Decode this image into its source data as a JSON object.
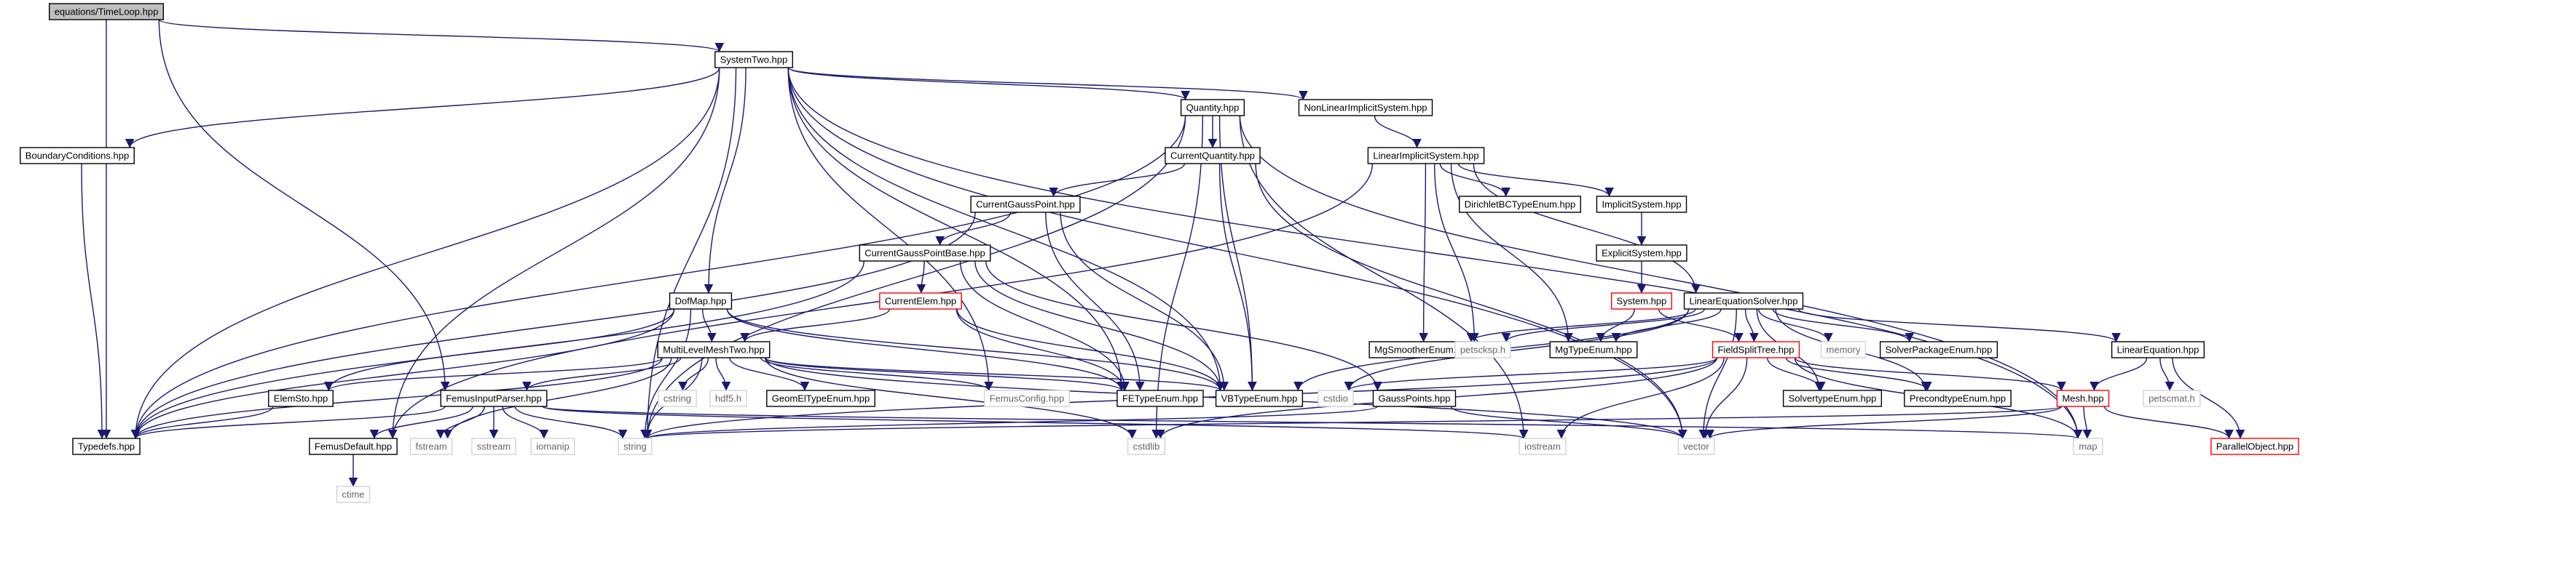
{
  "diagram": {
    "nodes": [
      {
        "id": "timeloop",
        "label": "equations/TimeLoop.hpp",
        "style": "root"
      },
      {
        "id": "systemtwo",
        "label": "SystemTwo.hpp",
        "style": "normal"
      },
      {
        "id": "boundaryconditions",
        "label": "BoundaryConditions.hpp",
        "style": "normal"
      },
      {
        "id": "quantity",
        "label": "Quantity.hpp",
        "style": "normal"
      },
      {
        "id": "nonlinearimplicit",
        "label": "NonLinearImplicitSystem.hpp",
        "style": "normal"
      },
      {
        "id": "currentquantity",
        "label": "CurrentQuantity.hpp",
        "style": "normal"
      },
      {
        "id": "linearimplicit",
        "label": "LinearImplicitSystem.hpp",
        "style": "normal"
      },
      {
        "id": "currentgausspoint",
        "label": "CurrentGaussPoint.hpp",
        "style": "normal"
      },
      {
        "id": "dirichletbc",
        "label": "DirichletBCTypeEnum.hpp",
        "style": "normal"
      },
      {
        "id": "implicitsystem",
        "label": "ImplicitSystem.hpp",
        "style": "normal"
      },
      {
        "id": "currentgausspointbase",
        "label": "CurrentGaussPointBase.hpp",
        "style": "normal"
      },
      {
        "id": "explicitsystem",
        "label": "ExplicitSystem.hpp",
        "style": "normal"
      },
      {
        "id": "dofmap",
        "label": "DofMap.hpp",
        "style": "normal"
      },
      {
        "id": "currentelem",
        "label": "CurrentElem.hpp",
        "style": "red"
      },
      {
        "id": "system",
        "label": "System.hpp",
        "style": "red"
      },
      {
        "id": "linearequationsolver",
        "label": "LinearEquationSolver.hpp",
        "style": "normal"
      },
      {
        "id": "multilevelmeshtwo",
        "label": "MultiLevelMeshTwo.hpp",
        "style": "normal"
      },
      {
        "id": "mgsmootherenum",
        "label": "MgSmootherEnum.hpp",
        "style": "normal"
      },
      {
        "id": "petscksp",
        "label": "petscksp.h",
        "style": "system"
      },
      {
        "id": "mgtypeenum",
        "label": "MgTypeEnum.hpp",
        "style": "normal"
      },
      {
        "id": "fieldsplittree",
        "label": "FieldSplitTree.hpp",
        "style": "red"
      },
      {
        "id": "memory",
        "label": "memory",
        "style": "system"
      },
      {
        "id": "solverpackageenum",
        "label": "SolverPackageEnum.hpp",
        "style": "normal"
      },
      {
        "id": "linearequation",
        "label": "LinearEquation.hpp",
        "style": "normal"
      },
      {
        "id": "elemsto",
        "label": "ElemSto.hpp",
        "style": "normal"
      },
      {
        "id": "femusinputparser",
        "label": "FemusInputParser.hpp",
        "style": "normal"
      },
      {
        "id": "cstring",
        "label": "cstring",
        "style": "system"
      },
      {
        "id": "hdf5",
        "label": "hdf5.h",
        "style": "system"
      },
      {
        "id": "geomeltypeenum",
        "label": "GeomElTypeEnum.hpp",
        "style": "normal"
      },
      {
        "id": "femusconfig",
        "label": "FemusConfig.hpp",
        "style": "system"
      },
      {
        "id": "fetypeenum",
        "label": "FETypeEnum.hpp",
        "style": "normal"
      },
      {
        "id": "vbtypeenum",
        "label": "VBTypeEnum.hpp",
        "style": "normal"
      },
      {
        "id": "cstdio",
        "label": "cstdio",
        "style": "system"
      },
      {
        "id": "gausspoints",
        "label": "GaussPoints.hpp",
        "style": "normal"
      },
      {
        "id": "solvertypeenum",
        "label": "SolvertypeEnum.hpp",
        "style": "normal"
      },
      {
        "id": "precondtypeenum",
        "label": "PrecondtypeEnum.hpp",
        "style": "normal"
      },
      {
        "id": "mesh",
        "label": "Mesh.hpp",
        "style": "red"
      },
      {
        "id": "petscmat",
        "label": "petscmat.h",
        "style": "system"
      },
      {
        "id": "typedefs",
        "label": "Typedefs.hpp",
        "style": "normal"
      },
      {
        "id": "femusdefault",
        "label": "FemusDefault.hpp",
        "style": "normal"
      },
      {
        "id": "fstream",
        "label": "fstream",
        "style": "system"
      },
      {
        "id": "sstream",
        "label": "sstream",
        "style": "system"
      },
      {
        "id": "iomanip",
        "label": "iomanip",
        "style": "system"
      },
      {
        "id": "string",
        "label": "string",
        "style": "system"
      },
      {
        "id": "cstdlib",
        "label": "cstdlib",
        "style": "system"
      },
      {
        "id": "iostream",
        "label": "iostream",
        "style": "system"
      },
      {
        "id": "vector",
        "label": "vector",
        "style": "system"
      },
      {
        "id": "map",
        "label": "map",
        "style": "system"
      },
      {
        "id": "parallelobject",
        "label": "ParallelObject.hpp",
        "style": "red"
      },
      {
        "id": "ctime",
        "label": "ctime",
        "style": "system"
      }
    ],
    "edges": [
      [
        "timeloop",
        "systemtwo"
      ],
      [
        "timeloop",
        "typedefs"
      ],
      [
        "timeloop",
        "femusinputparser"
      ],
      [
        "systemtwo",
        "boundaryconditions"
      ],
      [
        "systemtwo",
        "quantity"
      ],
      [
        "systemtwo",
        "nonlinearimplicit"
      ],
      [
        "systemtwo",
        "dofmap"
      ],
      [
        "systemtwo",
        "typedefs"
      ],
      [
        "systemtwo",
        "femusdefault"
      ],
      [
        "systemtwo",
        "string"
      ],
      [
        "systemtwo",
        "femusconfig"
      ],
      [
        "systemtwo",
        "fetypeenum"
      ],
      [
        "systemtwo",
        "vbtypeenum"
      ],
      [
        "systemtwo",
        "vector"
      ],
      [
        "systemtwo",
        "map"
      ],
      [
        "boundaryconditions",
        "typedefs"
      ],
      [
        "quantity",
        "currentquantity"
      ],
      [
        "quantity",
        "typedefs"
      ],
      [
        "quantity",
        "string"
      ],
      [
        "quantity",
        "vbtypeenum"
      ],
      [
        "quantity",
        "map"
      ],
      [
        "quantity",
        "cstdlib"
      ],
      [
        "quantity",
        "iostream"
      ],
      [
        "nonlinearimplicit",
        "linearimplicit"
      ],
      [
        "currentquantity",
        "currentgausspoint"
      ],
      [
        "currentquantity",
        "vbtypeenum"
      ],
      [
        "currentquantity",
        "vector"
      ],
      [
        "linearimplicit",
        "dirichletbc"
      ],
      [
        "linearimplicit",
        "implicitsystem"
      ],
      [
        "linearimplicit",
        "linearequationsolver"
      ],
      [
        "linearimplicit",
        "mgsmootherenum"
      ],
      [
        "linearimplicit",
        "petscksp"
      ],
      [
        "linearimplicit",
        "mgtypeenum"
      ],
      [
        "linearimplicit",
        "femusdefault"
      ],
      [
        "currentgausspoint",
        "currentgausspointbase"
      ],
      [
        "currentgausspoint",
        "typedefs"
      ],
      [
        "currentgausspoint",
        "fetypeenum"
      ],
      [
        "currentgausspoint",
        "vbtypeenum"
      ],
      [
        "implicitsystem",
        "explicitsystem"
      ],
      [
        "explicitsystem",
        "system"
      ],
      [
        "currentgausspointbase",
        "currentelem"
      ],
      [
        "currentgausspointbase",
        "typedefs"
      ],
      [
        "currentgausspointbase",
        "fetypeenum"
      ],
      [
        "currentgausspointbase",
        "vbtypeenum"
      ],
      [
        "currentgausspointbase",
        "gausspoints"
      ],
      [
        "currentelem",
        "multilevelmeshtwo"
      ],
      [
        "currentelem",
        "fetypeenum"
      ],
      [
        "currentelem",
        "vbtypeenum"
      ],
      [
        "system",
        "mgtypeenum"
      ],
      [
        "system",
        "fieldsplittree"
      ],
      [
        "linearequationsolver",
        "mgsmootherenum"
      ],
      [
        "linearequationsolver",
        "petscksp"
      ],
      [
        "linearequationsolver",
        "mgtypeenum"
      ],
      [
        "linearequationsolver",
        "fieldsplittree"
      ],
      [
        "linearequationsolver",
        "memory"
      ],
      [
        "linearequationsolver",
        "solverpackageenum"
      ],
      [
        "linearequationsolver",
        "linearequation"
      ],
      [
        "linearequationsolver",
        "solvertypeenum"
      ],
      [
        "linearequationsolver",
        "precondtypeenum"
      ],
      [
        "linearequationsolver",
        "vbtypeenum"
      ],
      [
        "linearequationsolver",
        "cstdio"
      ],
      [
        "linearequationsolver",
        "vector"
      ],
      [
        "dofmap",
        "multilevelmeshtwo"
      ],
      [
        "dofmap",
        "elemsto"
      ],
      [
        "dofmap",
        "typedefs"
      ],
      [
        "dofmap",
        "string"
      ],
      [
        "dofmap",
        "fetypeenum"
      ],
      [
        "dofmap",
        "vbtypeenum"
      ],
      [
        "multilevelmeshtwo",
        "elemsto"
      ],
      [
        "multilevelmeshtwo",
        "femusinputparser"
      ],
      [
        "multilevelmeshtwo",
        "cstring"
      ],
      [
        "multilevelmeshtwo",
        "hdf5"
      ],
      [
        "multilevelmeshtwo",
        "geomeltypeenum"
      ],
      [
        "multilevelmeshtwo",
        "femusconfig"
      ],
      [
        "multilevelmeshtwo",
        "fetypeenum"
      ],
      [
        "multilevelmeshtwo",
        "vbtypeenum"
      ],
      [
        "multilevelmeshtwo",
        "typedefs"
      ],
      [
        "multilevelmeshtwo",
        "fstream"
      ],
      [
        "multilevelmeshtwo",
        "string"
      ],
      [
        "multilevelmeshtwo",
        "cstdlib"
      ],
      [
        "multilevelmeshtwo",
        "vector"
      ],
      [
        "fieldsplittree",
        "solvertypeenum"
      ],
      [
        "fieldsplittree",
        "precondtypeenum"
      ],
      [
        "fieldsplittree",
        "mesh"
      ],
      [
        "fieldsplittree",
        "cstdio"
      ],
      [
        "fieldsplittree",
        "vector"
      ],
      [
        "fieldsplittree",
        "map"
      ],
      [
        "fieldsplittree",
        "iostream"
      ],
      [
        "fieldsplittree",
        "cstdlib"
      ],
      [
        "fieldsplittree",
        "string"
      ],
      [
        "linearequation",
        "mesh"
      ],
      [
        "linearequation",
        "petscmat"
      ],
      [
        "linearequation",
        "parallelobject"
      ],
      [
        "mesh",
        "map"
      ],
      [
        "mesh",
        "vector"
      ],
      [
        "mesh",
        "parallelobject"
      ],
      [
        "mesh",
        "string"
      ],
      [
        "elemsto",
        "typedefs"
      ],
      [
        "femusinputparser",
        "femusdefault"
      ],
      [
        "femusinputparser",
        "typedefs"
      ],
      [
        "femusinputparser",
        "fstream"
      ],
      [
        "femusinputparser",
        "sstream"
      ],
      [
        "femusinputparser",
        "iomanip"
      ],
      [
        "femusinputparser",
        "string"
      ],
      [
        "femusinputparser",
        "map"
      ],
      [
        "femusinputparser",
        "iostream"
      ],
      [
        "gausspoints",
        "string"
      ],
      [
        "gausspoints",
        "vector"
      ],
      [
        "femusdefault",
        "ctime"
      ]
    ]
  }
}
